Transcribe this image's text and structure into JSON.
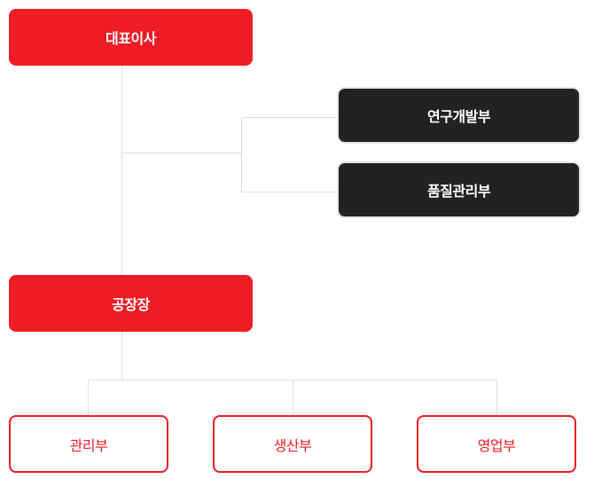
{
  "chart": {
    "ceo": "대표이사",
    "ceo_subordinates": [
      "연구개발부",
      "품질관리부"
    ],
    "plant_manager": "공장장",
    "plant_departments": [
      "관리부",
      "생산부",
      "영업부"
    ]
  },
  "colors": {
    "accent": "#ee1c25",
    "dark": "#222222",
    "line": "#dedede"
  }
}
